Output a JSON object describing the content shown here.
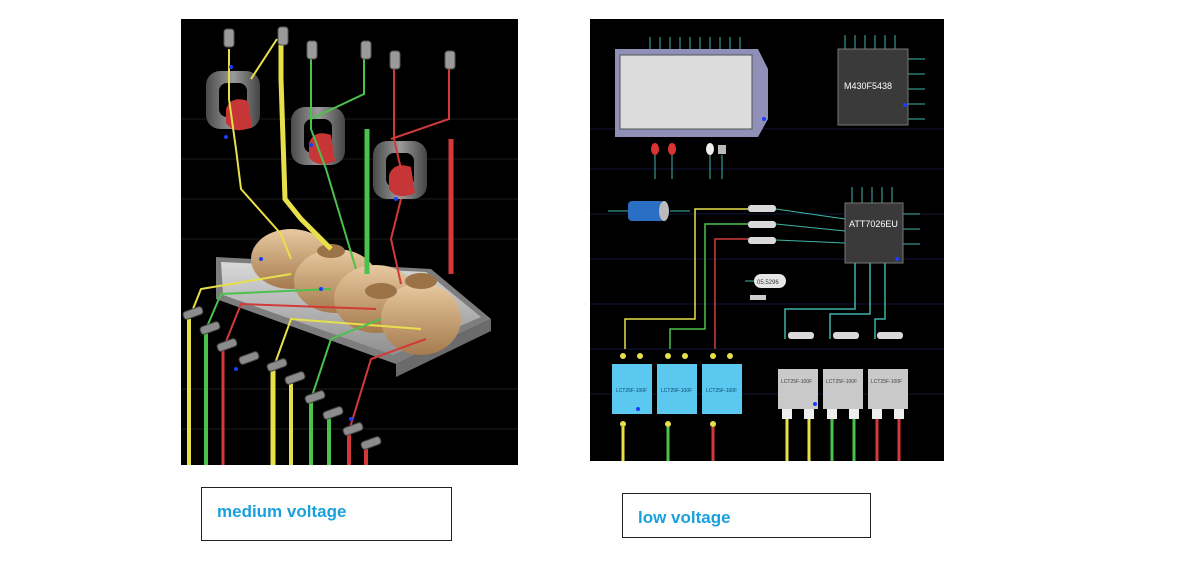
{
  "captions": {
    "medium": "medium voltage",
    "low": "low voltage"
  },
  "chips": {
    "mcu": "M430F5438",
    "meter": "ATT7026EU"
  },
  "components": {
    "crystal": "05.5296",
    "sensor_label": "LCT25F-100F",
    "ct_label": "LCT25F-100F"
  },
  "colors": {
    "phase_a": "#e8e04a",
    "phase_b": "#4bc24b",
    "phase_c": "#d23a3a",
    "trace": "#3fb3a8",
    "caption_text": "#1aa0dc"
  },
  "icons": {
    "core": "current-transformer-core-icon",
    "terminal": "terminal-connector-icon",
    "chip": "ic-chip-icon",
    "resistor": "resistor-icon",
    "lcd": "lcd-display-icon"
  }
}
